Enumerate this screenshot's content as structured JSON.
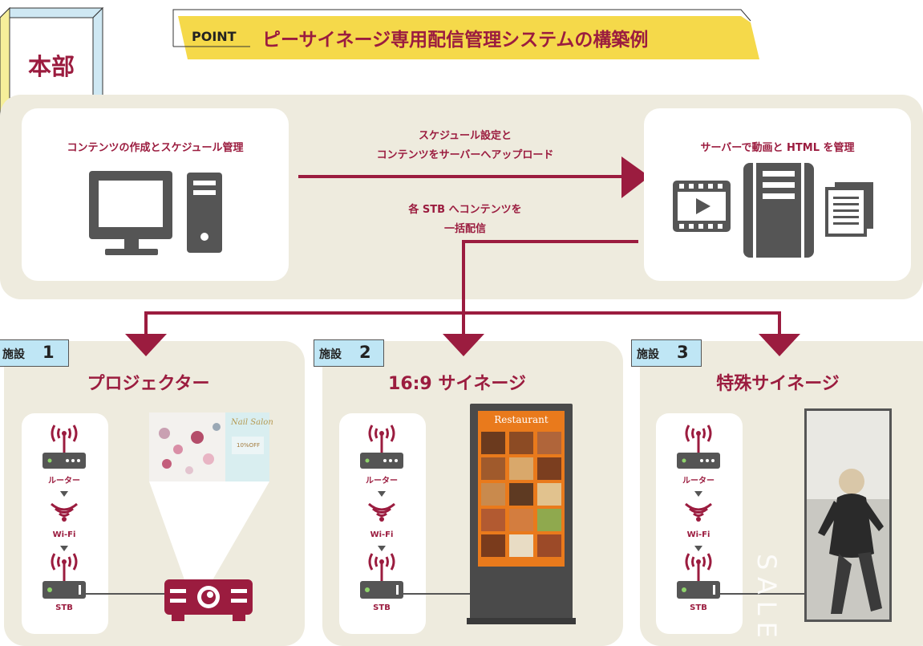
{
  "hq": {
    "label": "本部"
  },
  "point": {
    "tag": "POINT",
    "title": "ピーサイネージ専用配信管理システムの構築例"
  },
  "top": {
    "left_title": "コンテンツの作成とスケジュール管理",
    "arrow_line1": "スケジュール設定と",
    "arrow_line2": "コンテンツをサーバーへアップロード",
    "dist_line1": "各 STB へコンテンツを",
    "dist_line2": "一括配信",
    "right_title": "サーバーで動画と HTML を管理"
  },
  "facilities": [
    {
      "prefix": "施設",
      "number": "1",
      "title": "プロジェクター"
    },
    {
      "prefix": "施設",
      "number": "2",
      "title": "16:9 サイネージ"
    },
    {
      "prefix": "施設",
      "number": "3",
      "title": "特殊サイネージ"
    }
  ],
  "device_labels": {
    "router": "ルーター",
    "wifi": "Wi-Fi",
    "stb": "STB"
  },
  "screens": {
    "nail_title": "Nail Salon",
    "nail_offer": "10%OFF",
    "restaurant": "Restaurant",
    "sale": "SALE"
  },
  "colors": {
    "accent": "#9b1c3f",
    "panel": "#eeebde",
    "banner": "#f5d94a",
    "tag": "#bfe6f5",
    "device": "#555555"
  }
}
